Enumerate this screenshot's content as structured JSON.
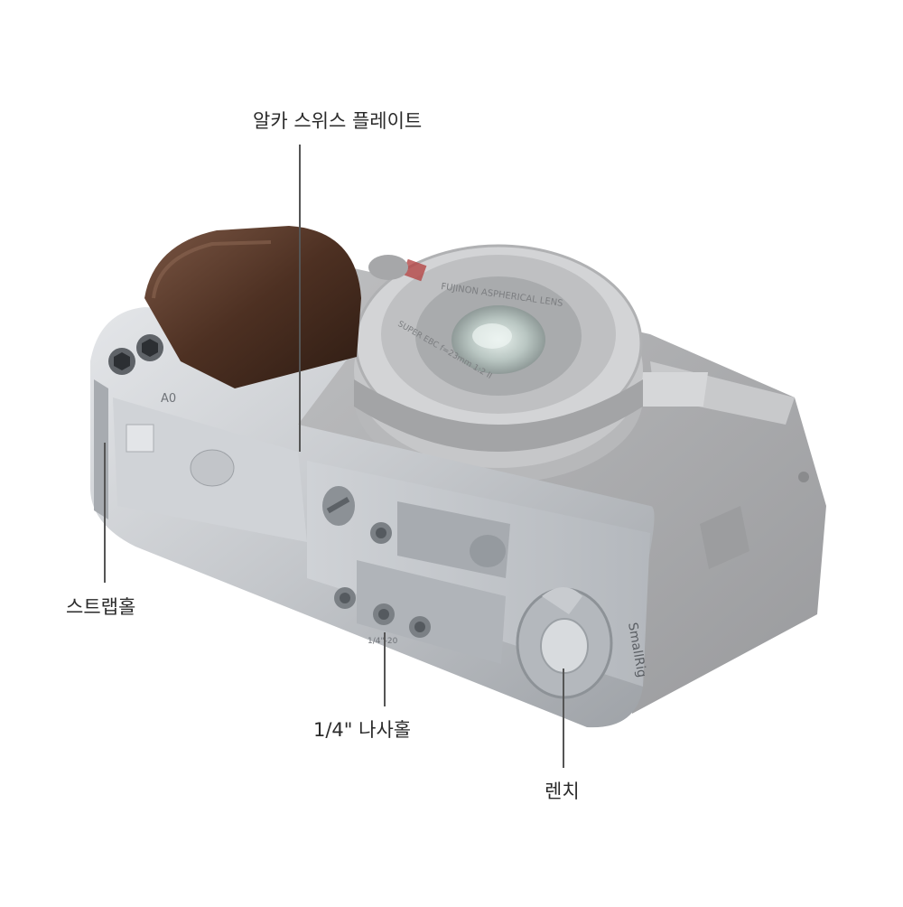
{
  "callouts": {
    "alca_swiss_plate": "알카 스위스 플레이트",
    "strap_hole": "스트랩홀",
    "screw_hole": "1/4\" 나사홀",
    "wrench": "렌치"
  },
  "product": {
    "brand_engraving": "SmallRig",
    "plate_marking": "1/4\"-20",
    "side_marking": "A0",
    "lens_ring_text": "FUJINON ASPHERICAL LENS",
    "lens_spec_text": "SUPER EBC f=23mm 1:2 II"
  },
  "colors": {
    "background": "#ffffff",
    "cage_silver": "#c9ccd0",
    "camera_body": "#a8a9ab",
    "wood_grip": "#5a3a2a",
    "callout_text": "#2a2a2a"
  }
}
